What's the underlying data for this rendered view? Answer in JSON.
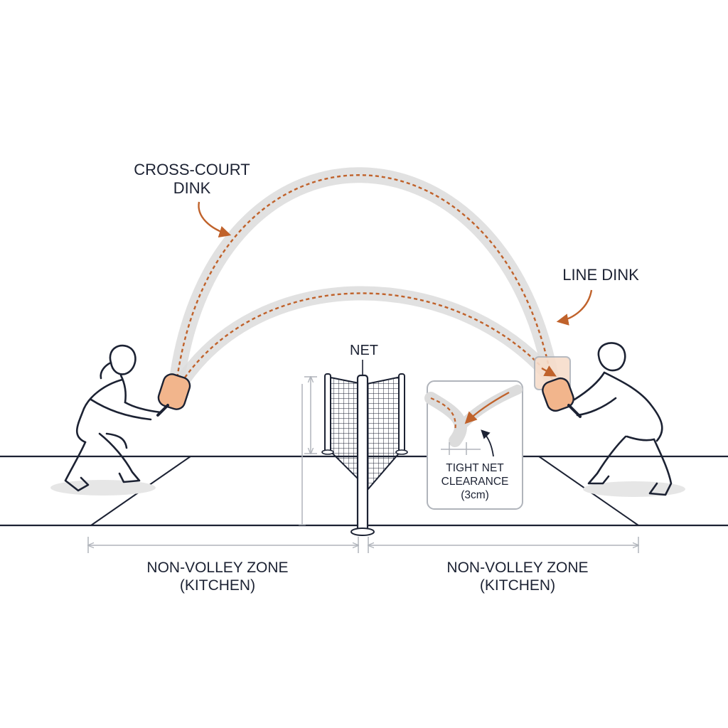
{
  "labels": {
    "cross_court": [
      "CROSS-COURT",
      "DINK"
    ],
    "line_dink": "LINE DINK",
    "net": "NET",
    "zone_left": [
      "NON-VOLLEY ZONE",
      "(KITCHEN)"
    ],
    "zone_right": [
      "NON-VOLLEY ZONE",
      "(KITCHEN)"
    ],
    "clearance": [
      "TIGHT NET",
      "CLEARANCE",
      "(3cm)"
    ]
  },
  "colors": {
    "line": "#1c2233",
    "accent": "#c0622b",
    "paddle": "#f2b58c",
    "trail": "#dcdcdc",
    "dimension": "#b0b4bb"
  },
  "icons": [
    "player-left-figure",
    "player-right-figure",
    "paddle-icon",
    "net-icon",
    "curved-arrow-icon"
  ]
}
